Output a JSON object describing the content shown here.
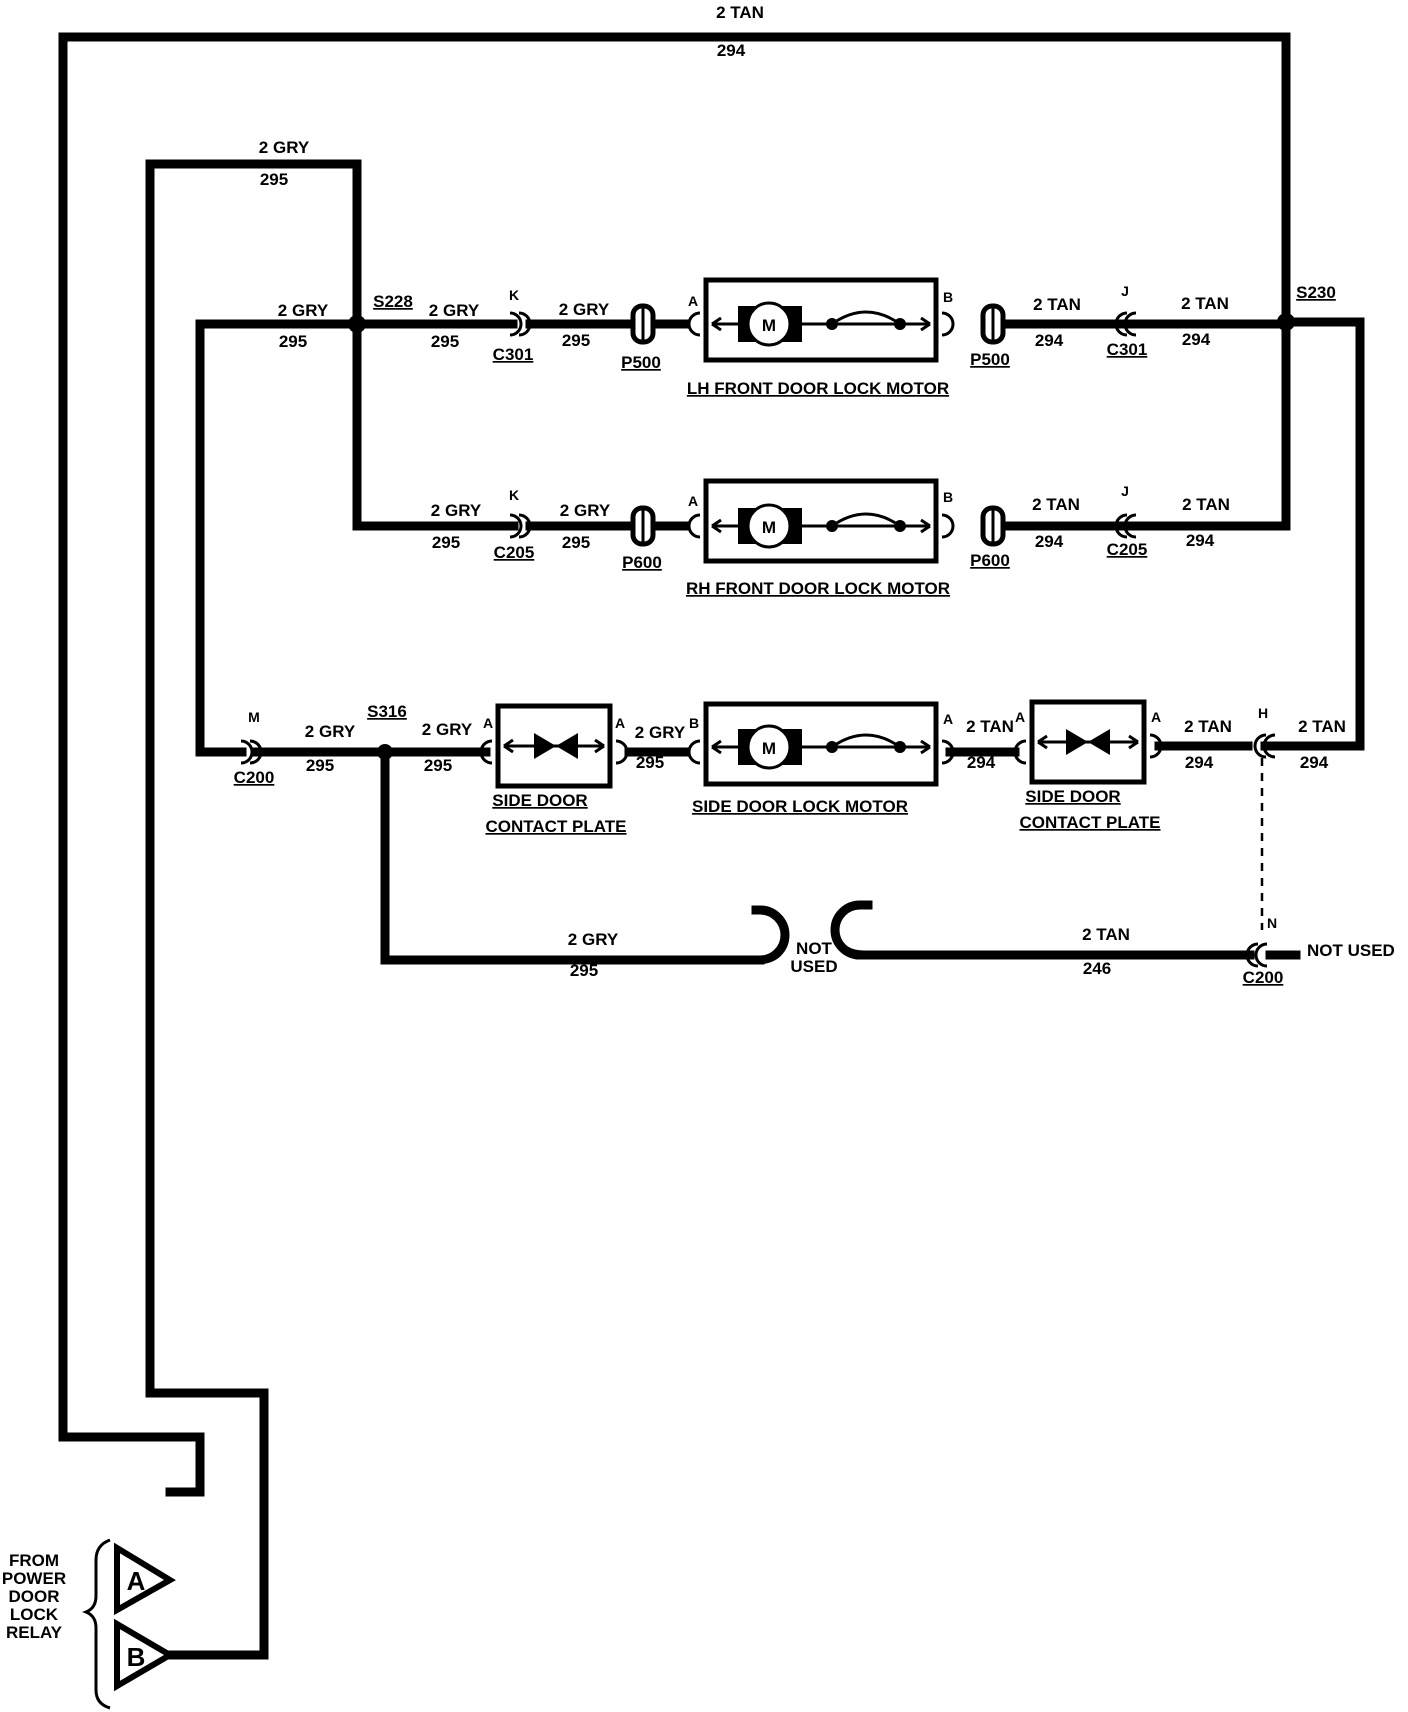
{
  "wires": {
    "top_tan": {
      "gauge_color": "2 TAN",
      "circuit": "294"
    },
    "top_gry": {
      "gauge_color": "2 GRY",
      "circuit": "295"
    },
    "gry_to_s228": {
      "gauge_color": "2 GRY",
      "circuit": "295"
    },
    "lh_left_1": {
      "gauge_color": "2 GRY",
      "circuit": "295"
    },
    "lh_left_2": {
      "gauge_color": "2 GRY",
      "circuit": "295"
    },
    "lh_right_1": {
      "gauge_color": "2 TAN",
      "circuit": "294"
    },
    "lh_right_2": {
      "gauge_color": "2 TAN",
      "circuit": "294"
    },
    "rh_left_1": {
      "gauge_color": "2 GRY",
      "circuit": "295"
    },
    "rh_left_2": {
      "gauge_color": "2 GRY",
      "circuit": "295"
    },
    "rh_right_1": {
      "gauge_color": "2 TAN",
      "circuit": "294"
    },
    "rh_right_2": {
      "gauge_color": "2 TAN",
      "circuit": "294"
    },
    "side_1": {
      "gauge_color": "2 GRY",
      "circuit": "295"
    },
    "side_2": {
      "gauge_color": "2 GRY",
      "circuit": "295"
    },
    "side_3": {
      "gauge_color": "2 GRY",
      "circuit": "295"
    },
    "side_4": {
      "gauge_color": "2 TAN",
      "circuit": "294"
    },
    "side_5": {
      "gauge_color": "2 TAN",
      "circuit": "294"
    },
    "side_6": {
      "gauge_color": "2 TAN",
      "circuit": "294"
    },
    "bottom_gry": {
      "gauge_color": "2 GRY",
      "circuit": "295"
    },
    "bottom_tan": {
      "gauge_color": "2 TAN",
      "circuit": "246"
    }
  },
  "splices": {
    "s228": "S228",
    "s230": "S230",
    "s316": "S316"
  },
  "connectors": {
    "c301_left": {
      "name": "C301",
      "pin": "K"
    },
    "c301_right": {
      "name": "C301",
      "pin": "J"
    },
    "c205_left": {
      "name": "C205",
      "pin": "K"
    },
    "c205_right": {
      "name": "C205",
      "pin": "J"
    },
    "c200_left": {
      "name": "C200",
      "pin": "M"
    },
    "c200_h": {
      "pin": "H"
    },
    "c200_n": {
      "name": "C200",
      "pin": "N"
    },
    "p500_left": "P500",
    "p500_right": "P500",
    "p600_left": "P600",
    "p600_right": "P600"
  },
  "components": {
    "lh_motor": {
      "label": "LH FRONT DOOR LOCK MOTOR",
      "symbol": "M",
      "pin_left": "A",
      "pin_right": "B"
    },
    "rh_motor": {
      "label": "RH FRONT DOOR LOCK MOTOR",
      "symbol": "M",
      "pin_left": "A",
      "pin_right": "B"
    },
    "side_motor": {
      "label": "SIDE DOOR LOCK MOTOR",
      "symbol": "M",
      "pin_left": "B",
      "pin_right": "A"
    },
    "contact_plate_left": {
      "line1": "SIDE DOOR",
      "line2": "CONTACT PLATE",
      "pin_left": "A",
      "pin_right": "A"
    },
    "contact_plate_right": {
      "line1": "SIDE DOOR",
      "line2": "CONTACT PLATE",
      "pin_left": "A",
      "pin_right": "A"
    }
  },
  "not_used_center": {
    "line1": "NOT",
    "line2": "USED"
  },
  "not_used_right": "NOT USED",
  "relay": {
    "lines": [
      "FROM",
      "POWER",
      "DOOR",
      "LOCK",
      "RELAY"
    ],
    "terminal_a": "A",
    "terminal_b": "B"
  }
}
